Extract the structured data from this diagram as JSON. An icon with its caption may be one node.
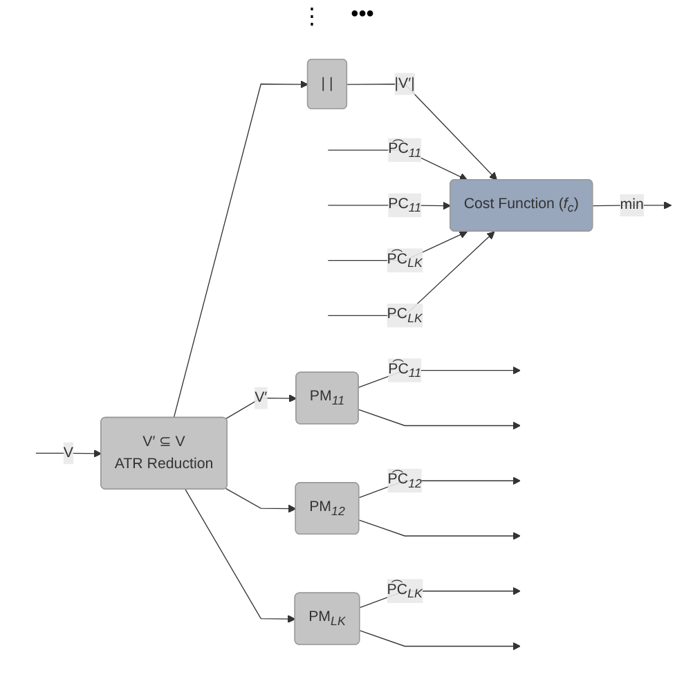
{
  "diagram": {
    "nodes": [
      {
        "text": [
          "V′ ⊆ V",
          "ATR Reduction"
        ]
      },
      {
        "text": [
          "PM$_{11}$"
        ]
      },
      {
        "text": [
          "PM$_{12}$"
        ]
      },
      {
        "text": [
          "PM$_{LK}$"
        ]
      },
      {
        "text": [
          "| |"
        ]
      },
      {
        "text": [
          "Cost Function (*f*$_{c}$)"
        ]
      }
    ],
    "edges": [
      {
        "from": null,
        "to": 0,
        "arrow": "to",
        "label": "V"
      },
      {
        "from": 0,
        "to": 1,
        "arrow": "to",
        "label": "V′"
      },
      {
        "from": 0,
        "to": 2,
        "arrow": "to"
      },
      {
        "from": 0,
        "to": 3,
        "arrow": "to"
      },
      {
        "from": 0,
        "to": 4,
        "arrow": "to"
      },
      {
        "from": 1,
        "to": null,
        "arrow": "to",
        "label": "P͡C$_{11}$"
      },
      {
        "from": 1,
        "to": null,
        "arrow": "to"
      },
      {
        "from": 2,
        "to": null,
        "arrow": "to",
        "label": "P͡C$_{12}$"
      },
      {
        "from": 2,
        "to": null,
        "arrow": "to"
      },
      {
        "from": 3,
        "to": null,
        "arrow": "to",
        "label": "P͡C$_{LK}$"
      },
      {
        "from": 3,
        "to": null,
        "arrow": "to"
      },
      {
        "from": 4,
        "to": 5,
        "arrow": "to",
        "label": "|V′|"
      },
      {
        "from": null,
        "to": 5,
        "arrow": "to",
        "label": "P͡C$_{11}$"
      },
      {
        "from": null,
        "to": 5,
        "arrow": "to",
        "label": "PC$_{11}$"
      },
      {
        "from": null,
        "to": 5,
        "arrow": "to",
        "label": "P͡C$_{LK}$"
      },
      {
        "from": null,
        "to": 5,
        "arrow": "to",
        "label": "PC$_{LK}$"
      },
      {
        "from": 5,
        "to": null,
        "arrow": "to",
        "label": "min"
      }
    ],
    "labels": [
      "⋮",
      "•••"
    ]
  }
}
